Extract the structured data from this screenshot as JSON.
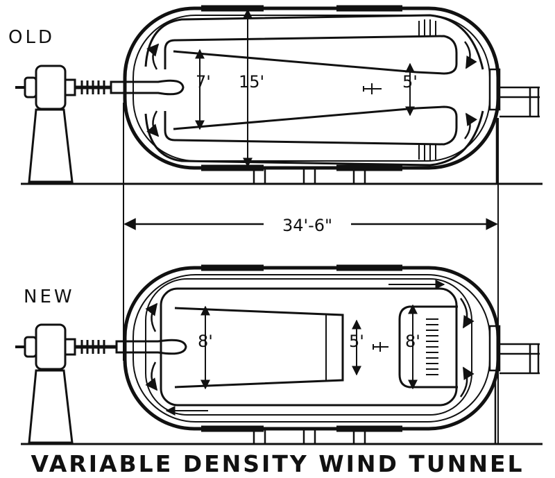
{
  "labels": {
    "old": "OLD",
    "new": "NEW",
    "title": "VARIABLE DENSITY WIND TUNNEL"
  },
  "dimensions": {
    "overall_length": "34'-6\"",
    "old_tank_diameter": "15'",
    "old_entrance_cone": "7'",
    "old_test_section": "5'",
    "new_entrance_cone": "8'",
    "new_test_section": "5'",
    "new_exit_cone": "8'"
  },
  "colors": {
    "ink": "#111111",
    "paper": "#ffffff"
  }
}
